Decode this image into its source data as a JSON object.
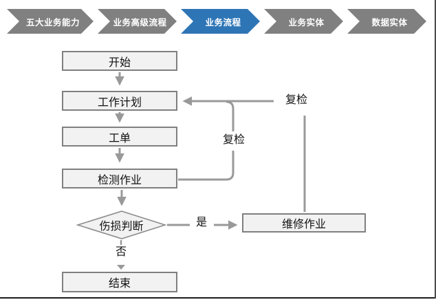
{
  "breadcrumb": {
    "items": [
      {
        "label": "五大业务能力",
        "active": false
      },
      {
        "label": "业务高级流程",
        "active": false
      },
      {
        "label": "业务流程",
        "active": true
      },
      {
        "label": "业务实体",
        "active": false
      },
      {
        "label": "数据实体",
        "active": false
      }
    ],
    "active_color": "#2E75B6",
    "inactive_color": "#808080",
    "text_color": "#FFFFFF"
  },
  "flowchart": {
    "nodes": [
      {
        "id": "start",
        "label": "开始",
        "type": "process"
      },
      {
        "id": "work-plan",
        "label": "工作计划",
        "type": "process"
      },
      {
        "id": "work-order",
        "label": "工单",
        "type": "process"
      },
      {
        "id": "inspection",
        "label": "检测作业",
        "type": "process"
      },
      {
        "id": "damage-decision",
        "label": "伤损判断",
        "type": "decision"
      },
      {
        "id": "repair",
        "label": "维修作业",
        "type": "process"
      },
      {
        "id": "end",
        "label": "结束",
        "type": "process"
      }
    ],
    "edges": [
      {
        "from": "start",
        "to": "work-plan",
        "label": ""
      },
      {
        "from": "work-plan",
        "to": "work-order",
        "label": ""
      },
      {
        "from": "work-order",
        "to": "inspection",
        "label": ""
      },
      {
        "from": "inspection",
        "to": "damage-decision",
        "label": ""
      },
      {
        "from": "damage-decision",
        "to": "repair",
        "label": "是"
      },
      {
        "from": "damage-decision",
        "to": "end",
        "label": "否"
      },
      {
        "from": "inspection",
        "to": "work-plan",
        "label": "复检"
      },
      {
        "from": "repair",
        "to": "work-plan",
        "label": "复检"
      }
    ],
    "edge_labels": {
      "yes": "是",
      "no": "否",
      "recheck_inner": "复检",
      "recheck_outer": "复检"
    },
    "colors": {
      "node_fill": "#F2F2F2",
      "node_border": "#7F7F7F",
      "connector": "#999999",
      "text": "#111111"
    }
  }
}
